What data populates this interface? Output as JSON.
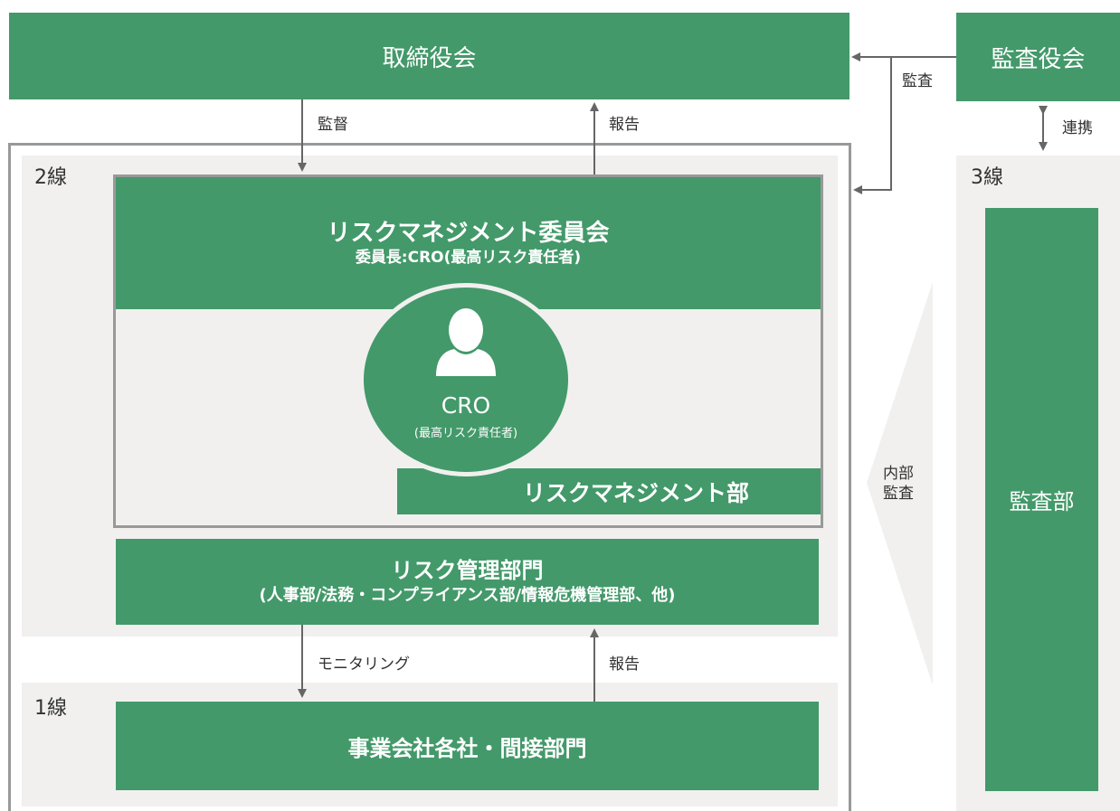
{
  "board": {
    "label": "取締役会"
  },
  "audit_board": {
    "label": "監査役会"
  },
  "arrows": {
    "supervision": "監督",
    "report_top": "報告",
    "audit": "監査",
    "cooperation": "連携",
    "monitoring": "モニタリング",
    "report_bottom": "報告",
    "internal_audit": "内部\n監査"
  },
  "lines": {
    "line2": "2線",
    "line3": "3線",
    "line1": "1線"
  },
  "committee": {
    "title": "リスクマネジメント委員会",
    "subtitle": "委員長:CRO(最高リスク責任者)"
  },
  "cro": {
    "name": "CRO",
    "description": "(最高リスク責任者)"
  },
  "risk_mgmt_dept": {
    "label": "リスクマネジメント部"
  },
  "risk_control_divisions": {
    "title": "リスク管理部門",
    "subtitle": "(人事部/法務・コンプライアンス部/情報危機管理部、他)"
  },
  "operating_companies": {
    "label": "事業会社各社・間接部門"
  },
  "internal_audit_dept": {
    "label": "監査部"
  },
  "colors": {
    "primary_green": "#43996a",
    "panel_gray": "#f1f0ef",
    "border_gray": "#999999",
    "arrow_gray": "#666666"
  }
}
